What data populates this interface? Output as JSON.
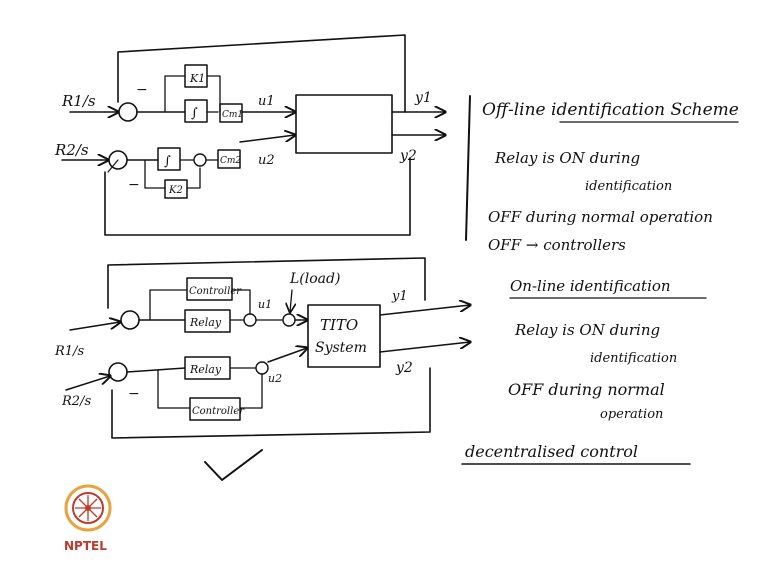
{
  "diagram1": {
    "ref1": "R1/s",
    "ref2": "R2/s",
    "k1": "K1",
    "k2": "K2",
    "int1": "∫",
    "int2": "∫",
    "cmd1": "Cm1",
    "cmd2": "Cm2",
    "u1": "u1",
    "u2": "u2",
    "y1": "y1",
    "y2": "y2"
  },
  "diagram2": {
    "ref1": "R1/s",
    "ref2": "R2/s",
    "controller_top": "Controller",
    "controller_bottom": "Controller",
    "relay_top": "Relay",
    "relay_bottom": "Relay",
    "load": "L(load)",
    "system_line1": "TITO",
    "system_line2": "System",
    "u1": "u1",
    "u2": "u2",
    "y1": "y1",
    "y2": "y2"
  },
  "notes": {
    "offline_title": "Off-line identification Scheme",
    "offline_l1": "Relay is ON during",
    "offline_l2": "identification",
    "offline_l3": "OFF during normal operation",
    "offline_l4": "OFF → controllers",
    "online_title": "On-line identification",
    "online_l1": "Relay is ON during",
    "online_l2": "identification",
    "online_l3": "OFF during normal",
    "online_l4": "operation",
    "decentral": "decentralised control"
  },
  "logo": {
    "text": "NPTEL"
  },
  "colors": {
    "ink": "#111111",
    "logo": "#c0392b",
    "logo_accent": "#e8a33d"
  }
}
